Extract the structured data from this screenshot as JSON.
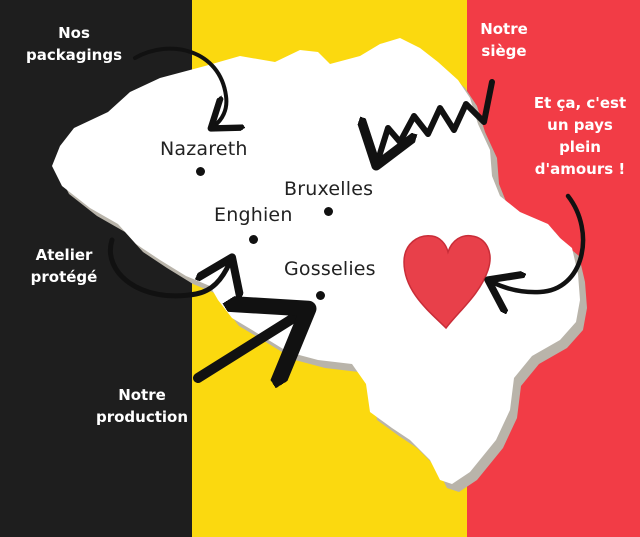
{
  "flag": {
    "colors": {
      "black": "#1e1e1e",
      "yellow": "#fbd90f",
      "red": "#f23c46"
    }
  },
  "map": {
    "fill_color": "#ffffff",
    "cities": {
      "nazareth": "Nazareth",
      "bruxelles": "Bruxelles",
      "enghien": "Enghien",
      "gosselies": "Gosselies"
    },
    "heart_color": "#e8404a"
  },
  "callouts": {
    "packagings": [
      "Nos",
      "packagings"
    ],
    "siege": [
      "Notre",
      "siège"
    ],
    "amours": [
      "Et ça, c'est",
      "un pays",
      "plein",
      "d'amours !"
    ],
    "atelier": [
      "Atelier",
      "protégé"
    ],
    "production": [
      "Notre",
      "production"
    ]
  },
  "icons": {
    "arrows": [
      "curved-arrow-icon",
      "zigzag-arrow-icon",
      "straight-arrow-icon"
    ],
    "heart": "heart-icon",
    "marker": "city-dot-icon"
  }
}
